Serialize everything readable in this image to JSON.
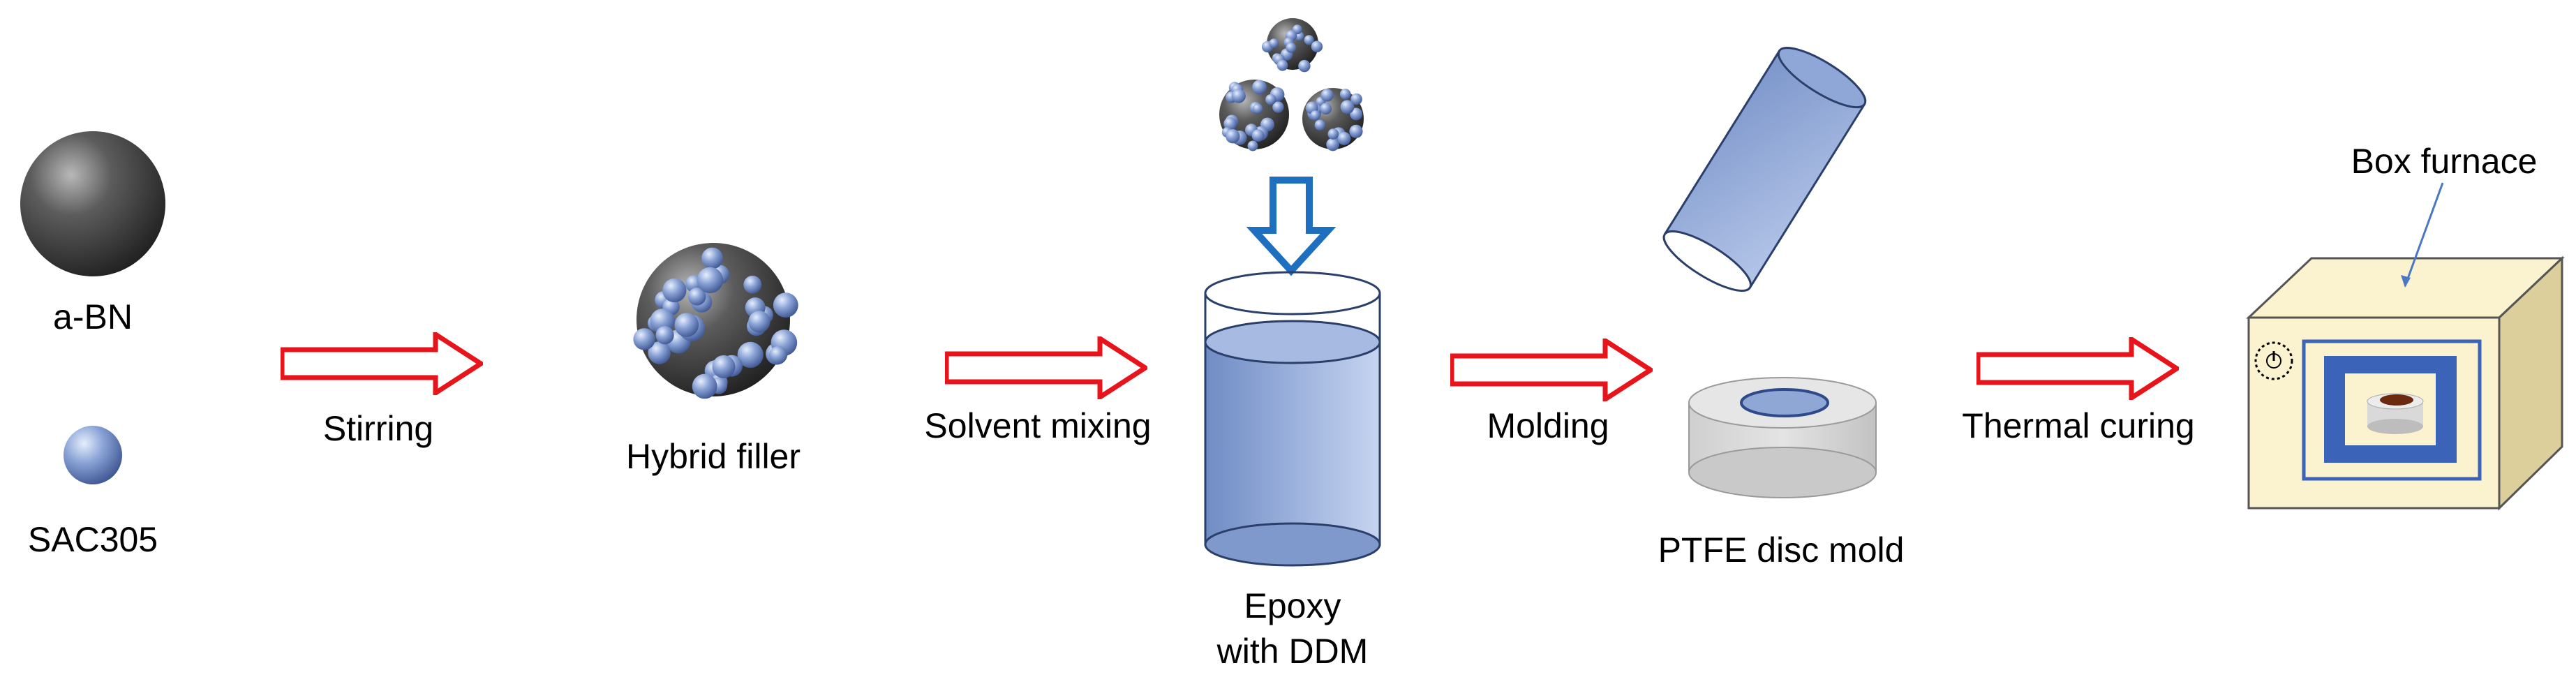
{
  "labels": {
    "abn": "a-BN",
    "sac305": "SAC305",
    "stirring": "Stirring",
    "hybrid_filler": "Hybrid filler",
    "solvent_mixing": "Solvent mixing",
    "epoxy_line1": "Epoxy",
    "epoxy_line2": "with DDM",
    "molding": "Molding",
    "ptfe_mold": "PTFE disc mold",
    "thermal_curing": "Thermal curing",
    "box_furnace": "Box furnace"
  },
  "colors": {
    "arrow_red": "#e8141b",
    "down_arrow_blue": "#1f6fc0",
    "liquid_blue": "#8ea7d4",
    "sphere_blue": "#8aa3d6",
    "furnace_cream": "#fbf2cf",
    "furnace_blue": "#3b63b8"
  }
}
